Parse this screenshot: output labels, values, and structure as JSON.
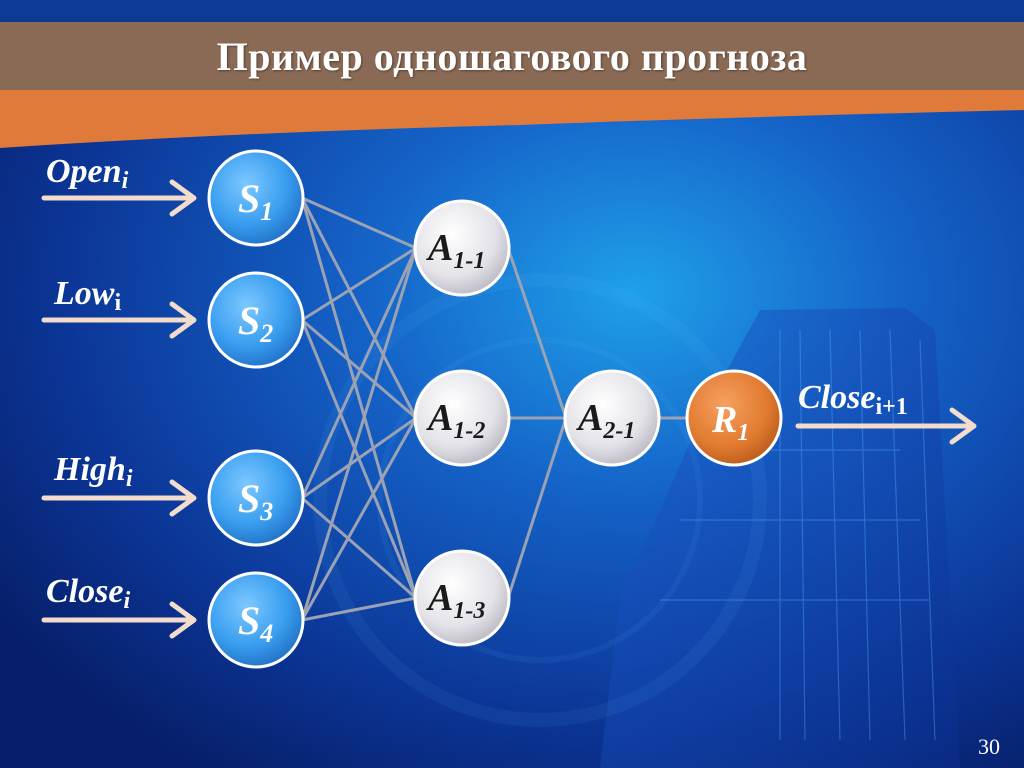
{
  "slide": {
    "title": "Пример одношагового прогноза",
    "page_number": "30"
  },
  "inputs": [
    {
      "base": "Open",
      "sub": "i"
    },
    {
      "base": "Low",
      "sub": "i"
    },
    {
      "base": "High",
      "sub": "i"
    },
    {
      "base": "Close",
      "sub": "i"
    }
  ],
  "nodes": {
    "s1": {
      "base": "S",
      "sub": "1"
    },
    "s2": {
      "base": "S",
      "sub": "2"
    },
    "s3": {
      "base": "S",
      "sub": "3"
    },
    "s4": {
      "base": "S",
      "sub": "4"
    },
    "a11": {
      "base": "A",
      "sub": "1-1"
    },
    "a12": {
      "base": "A",
      "sub": "1-2"
    },
    "a13": {
      "base": "A",
      "sub": "1-3"
    },
    "a21": {
      "base": "A",
      "sub": "2-1"
    },
    "r1": {
      "base": "R",
      "sub": "1"
    }
  },
  "output": {
    "base": "Close",
    "sub": "i+1"
  },
  "colors": {
    "title_bar": "#8a6a54",
    "orange_band": "#e07a3a",
    "sensor_node": "#3a9ef0",
    "assoc_node": "#e8e6ea",
    "result_node": "#e07a30",
    "arrow": "#f3dccc",
    "connection": "#9aa2b4"
  }
}
